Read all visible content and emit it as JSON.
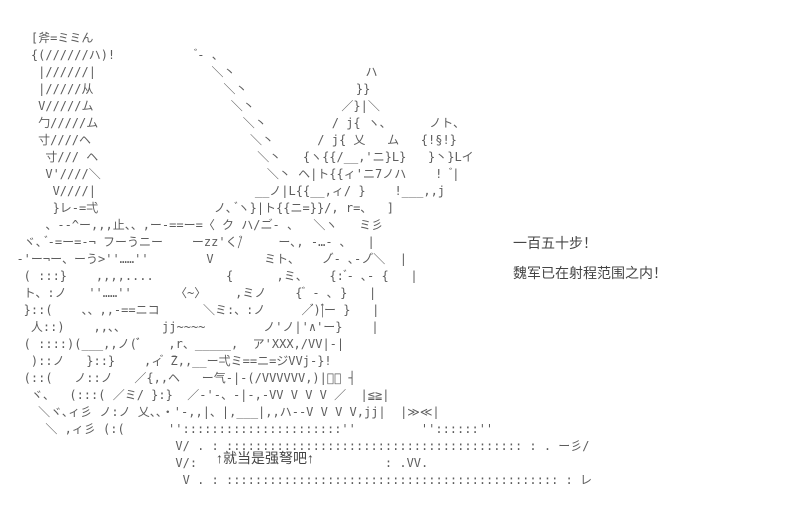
{
  "colors": {
    "background": "#ffffff",
    "art": "#5d5d5d",
    "dialogue": "#454545"
  },
  "ascii_art": {
    "lines": [
      "    [斧=ミミん",
      "    {(//////ハ)!            ゙‐ 、",
      "     |//////|                ＼丶                  ハ",
      "     |/////从                  ＼丶               }}",
      "     V/////ム                   ＼丶            ／}|＼",
      "     勹/////ム                    ＼丶         / j{ ヽ､      ノト、",
      "     寸////ヘ                      ＼丶      / j{ 乂   ム   {!§!}",
      "      寸/// ヘ                      ＼丶   {ヽ{{/__,'ニ}L}   }丶}Lイ",
      "      V'////＼                       ＼丶 ヘ|ト{{ィ'ニ7ノハ    !  ゙|",
      "       V////|                      __ノ|L{{__,ィ/ }    !___,,j",
      "       }レ-=弌                ノ、゙ヽ}|ト{{ニ=}}/, r=、  ]",
      "      、-‐^ー,,,止、、,ー-==ー=〈 ク ハ/ニ゙‐ 、  ＼ヽ   ミ彡",
      "   ヾ、゙-=ー=‐¬ フーうニー    ーzz'く/゙     ー､, -…- ､   |",
      "  ‐'ー¬ー、ーう>''……''        V       ミト、   ノ゙‐ ､‐ノ゙＼  |",
      "   ( :::}    ,,,,....          {      ,ミ、   {: ゙‐ ､‐ {   |",
      "   ト、:ノ   ''……''      〈~〉    ,ミノ    { ゙ ‐ ､ }   |",
      "   }::(    、、,,-==ニコ      ＼ミ:、:ノ     ／゙)|゙ー }   |",
      "    人::)    ,,、、     jj~~~~        ノ'ノ|'∧'ー}    |",
      "   ( ::::)(___,,ノ( ゙゙    ,r、_____,  ア'XXX,/VV|-|",
      "    )::ノ   }::}    ,ィ゙ ̄Z,,__ー弌ミ==ニ=ジVVj‐}!",
      "   (::(   ノ::ノ   ／{,,ヘ   ー气‐|‐(/VVVVVV,)|゙ー ┤",
      "    ヾ、  (:::( ／ミ/ }:}  ／‐'-、‐|-,‐VV V V V ／  |≦≧|",
      "     ＼ヾ､ィ彡 ノ:ノ 乂、、・'‐,,|、|,___|,,ハ--V V V V,jj|  |≫≪|",
      "      ＼ ,ィ彡 (:(      ''::::::::::::::::::::::''         ''::::::''",
      "                        V/ . : ::::::::::::::::::::::::::::::::::::::::: : . ー彡/",
      "                        V/:                          : .VV.",
      "                         V . : :::::::::::::::::::::::::::::::::::::::::::::: : レ"
    ]
  },
  "dialogue": {
    "line1": "一百五十步！",
    "line2": "魏军已在射程范围之内！"
  },
  "caption": {
    "text": "↑就当是强弩吧↑"
  }
}
